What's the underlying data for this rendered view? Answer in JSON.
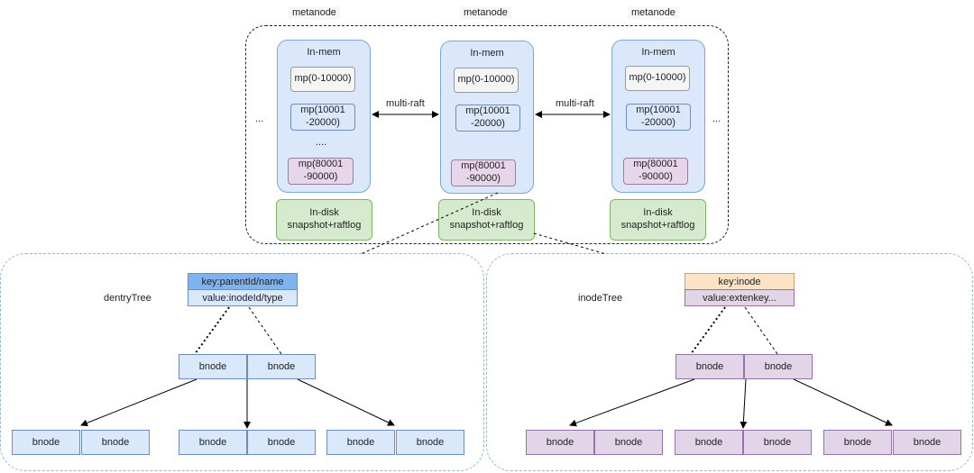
{
  "metanodes": {
    "label": "metanode",
    "nodes": [
      {
        "inmem_title": "In-mem",
        "parts": [
          {
            "text": "mp(0-10000)",
            "style": "plain"
          },
          {
            "text": "mp(10001\n-20000)",
            "style": "blue"
          },
          {
            "text": "mp(80001\n-90000)",
            "style": "pink"
          }
        ],
        "ellipsis": "....",
        "disk_line1": "In-disk",
        "disk_line2": "snapshot+raftlog"
      },
      {
        "inmem_title": "In-mem",
        "parts": [
          {
            "text": "mp(0-10000)",
            "style": "plain"
          },
          {
            "text": "mp(10001\n-20000)",
            "style": "blue"
          },
          {
            "text": "mp(80001\n-90000)",
            "style": "pink"
          }
        ],
        "disk_line1": "In-disk",
        "disk_line2": "snapshot+raftlog"
      },
      {
        "inmem_title": "In-mem",
        "parts": [
          {
            "text": "mp(0-10000)",
            "style": "plain"
          },
          {
            "text": "mp(10001\n-20000)",
            "style": "blue"
          },
          {
            "text": "mp(80001\n-90000)",
            "style": "pink"
          }
        ],
        "disk_line1": "In-disk",
        "disk_line2": "snapshot+raftlog"
      }
    ],
    "side_dots": "...",
    "raft_label": "multi-raft"
  },
  "dentry_tree": {
    "label": "dentryTree",
    "key": "key:parentId/name",
    "value": "value:inodeId/type",
    "bnode": "bnode"
  },
  "inode_tree": {
    "label": "inodeTree",
    "key": "key:inode",
    "value": "value:extenkey...",
    "bnode": "bnode"
  },
  "colors": {
    "inmem": "#dbe8fb",
    "disk": "#d6eacd",
    "blue_node": "#dae8fc",
    "purple_node": "#e1d5e7",
    "key_blue": "#7fb3ef",
    "key_orange": "#fde3c5"
  }
}
